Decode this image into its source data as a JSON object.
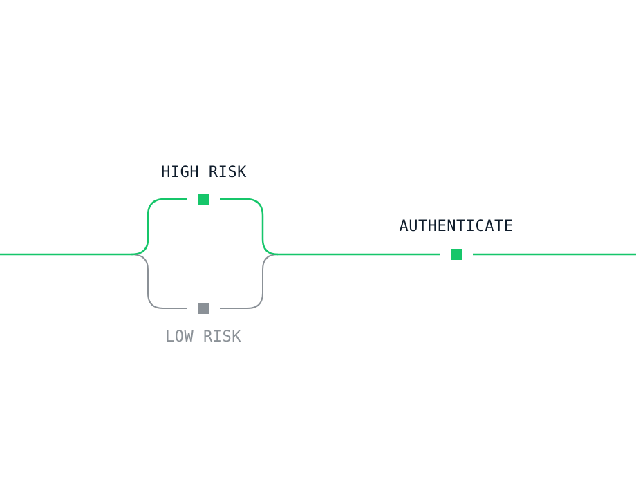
{
  "colors": {
    "active": "#16c66a",
    "inactive": "#8b9197",
    "label_dark": "#0f1c2b",
    "label_muted": "#8b9197",
    "background": "#ffffff"
  },
  "nodes": {
    "high_risk": {
      "label": "HIGH RISK",
      "state": "active"
    },
    "low_risk": {
      "label": "LOW RISK",
      "state": "inactive"
    },
    "authenticate": {
      "label": "AUTHENTICATE",
      "state": "active"
    }
  }
}
